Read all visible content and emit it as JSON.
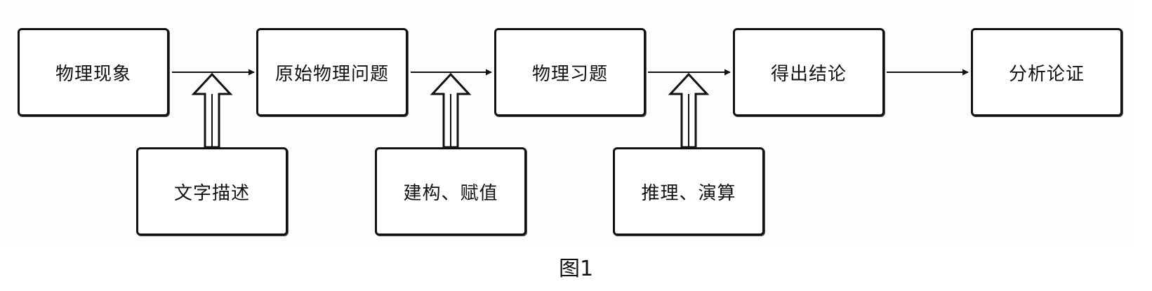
{
  "diagram": {
    "main_flow": [
      {
        "label": "物理现象"
      },
      {
        "label": "原始物理问题"
      },
      {
        "label": "物理习题"
      },
      {
        "label": "得出结论"
      },
      {
        "label": "分析论证"
      }
    ],
    "processes": [
      {
        "label": "文字描述"
      },
      {
        "label": "建构、赋值"
      },
      {
        "label": "推理、演算"
      }
    ]
  },
  "caption": "图1"
}
